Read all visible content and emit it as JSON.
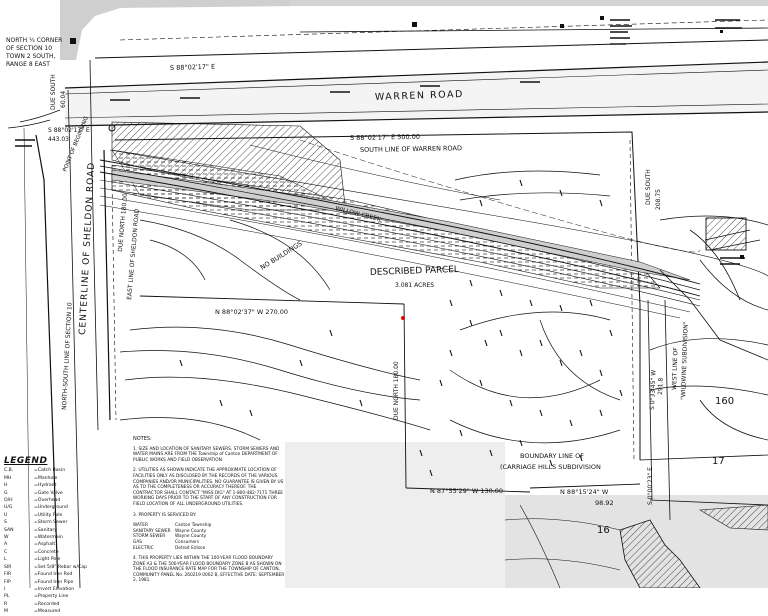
{
  "labels": {
    "north_corner": [
      "NORTH ¼ CORNER",
      "OF SECTION 10",
      "TOWN 2 SOUTH,",
      "RANGE 8 EAST"
    ],
    "bearing_top": "S 88°02'17\" E",
    "warren_road": "WARREN ROAD",
    "due_south_left": "DUE SOUTH",
    "dist_60": "60.04",
    "bearing_left": "S 88°02'17\" E",
    "dist_443": "443.03",
    "point_of_beginning": "POINT OF BEGINNING",
    "south_line_bearing": "S 88°02'17\" E  500.00",
    "south_line_warren": "SOUTH LINE OF WARREN ROAD",
    "due_south_right": "DUE SOUTH",
    "dist_208": "208.75",
    "due_north_left": "DUE NORTH  180.00",
    "east_line_sheldon": "EAST LINE OF SHELDON ROAD",
    "nsl_section": "NORTH-SOUTH LINE OF SECTION 10",
    "cl_sheldon": "CENTERLINE OF SHELDON ROAD",
    "no_buildings": "NO BUILDINGS",
    "creek": "WILLOW CREEK",
    "described_parcel": "DESCRIBED PARCEL",
    "acres": "3.081 ACRES",
    "bearing_270": "N 88°02'37\" W   270.00",
    "due_north_mid": "DUE NORTH  180.00",
    "bearing_right_vert": "S 0°33'45\" W",
    "dist_right_vert": "291.8",
    "west_line_sub": "WEST LINE OF",
    "sub_name_w": "\"WILDWINE SUBDIVISION\"",
    "lot_160": "160",
    "boundary_line": "BOUNDARY LINE OF",
    "carriage_hills": "(CARRIAGE HILLS SUBDIVISION",
    "bearing_130": "N 87°55'29\" W   130.00",
    "bearing_98": "N 88°15'24\" W",
    "dist_98": "98.92",
    "bearing_small": "S 0°00'23\" E",
    "lot_17": "17",
    "lot_16": "16"
  },
  "legend": {
    "title": "LEGEND",
    "items": [
      {
        "abbr": "C.B.",
        "desc": "Catch Basin"
      },
      {
        "abbr": "MH",
        "desc": "Manhole"
      },
      {
        "abbr": "H",
        "desc": "Hydrant"
      },
      {
        "abbr": "G",
        "desc": "Gate Valve"
      },
      {
        "abbr": "O/H",
        "desc": "Overhead"
      },
      {
        "abbr": "U/G",
        "desc": "Underground"
      },
      {
        "abbr": "U",
        "desc": "Utility Pole"
      },
      {
        "abbr": "S",
        "desc": "Storm Sewer"
      },
      {
        "abbr": "SAN",
        "desc": "Sanitary"
      },
      {
        "abbr": "W",
        "desc": "Watermain"
      },
      {
        "abbr": "A",
        "desc": "Asphalt"
      },
      {
        "abbr": "C",
        "desc": "Concrete"
      },
      {
        "abbr": "L",
        "desc": "Light Pole"
      },
      {
        "abbr": "SIR",
        "desc": "Set 5/8\" Rebar w/Cap"
      },
      {
        "abbr": "FIR",
        "desc": "Found Iron Rod"
      },
      {
        "abbr": "FIP",
        "desc": "Found Iron Pipe"
      },
      {
        "abbr": "I",
        "desc": "Invert Elevation"
      },
      {
        "abbr": "PL",
        "desc": "Property Line"
      },
      {
        "abbr": "R",
        "desc": "Recorded"
      },
      {
        "abbr": "M",
        "desc": "Measured"
      }
    ]
  },
  "notes": {
    "title": "NOTES:",
    "n1": "1. SIZE AND LOCATION OF SANITARY SEWERS, STORM SEWERS AND WATER MAINS ARE FROM THE Township of Canton DEPARTMENT OF PUBLIC WORKS AND FIELD OBSERVATION.",
    "n2": "2. UTILITIES AS SHOWN INDICATE THE APPROXIMATE LOCATION OF FACILITIES ONLY AS DISCLOSED BY THE RECORDS OF THE VARIOUS COMPANIES AND/OR MUNICIPALITIES. NO GUARANTEE IS GIVEN BY US AS TO THE COMPLETENESS OR ACCURACY THEREOF. THE CONTRACTOR SHALL CONTACT \"MISS DIG\" AT 1-800-482-7171 THREE WORKING DAYS PRIOR TO THE START OF ANY CONSTRUCTION FOR FIELD LOCATION OF ALL UNDERGROUND UTILITIES.",
    "n3": "3. PROPERTY IS SERVICED BY:",
    "services": [
      {
        "k": "WATER",
        "v": "Canton Township"
      },
      {
        "k": "SANITARY SEWER",
        "v": "Wayne County"
      },
      {
        "k": "STORM SEWER",
        "v": "Wayne County"
      },
      {
        "k": "GAS",
        "v": "Consumers"
      },
      {
        "k": "ELECTRIC",
        "v": "Detroit Edison"
      }
    ],
    "n4": "4. THIS PROPERTY LIES WITHIN THE 100-YEAR FLOOD BOUNDARY ZONE A3 & THE 500-YEAR FLOOD BOUNDARY ZONE B AS SHOWN ON THE FLOOD INSURANCE RATE MAP FOR THE TOWNSHIP OF CANTON, COMMUNITY PANEL No. 260219 0002 B, EFFECTIVE DATE: SEPTEMBER 2, 1981."
  },
  "colors": {
    "ink": "#111111",
    "gray_band": "#c8c8c8",
    "shade": "#d9d9d9"
  }
}
